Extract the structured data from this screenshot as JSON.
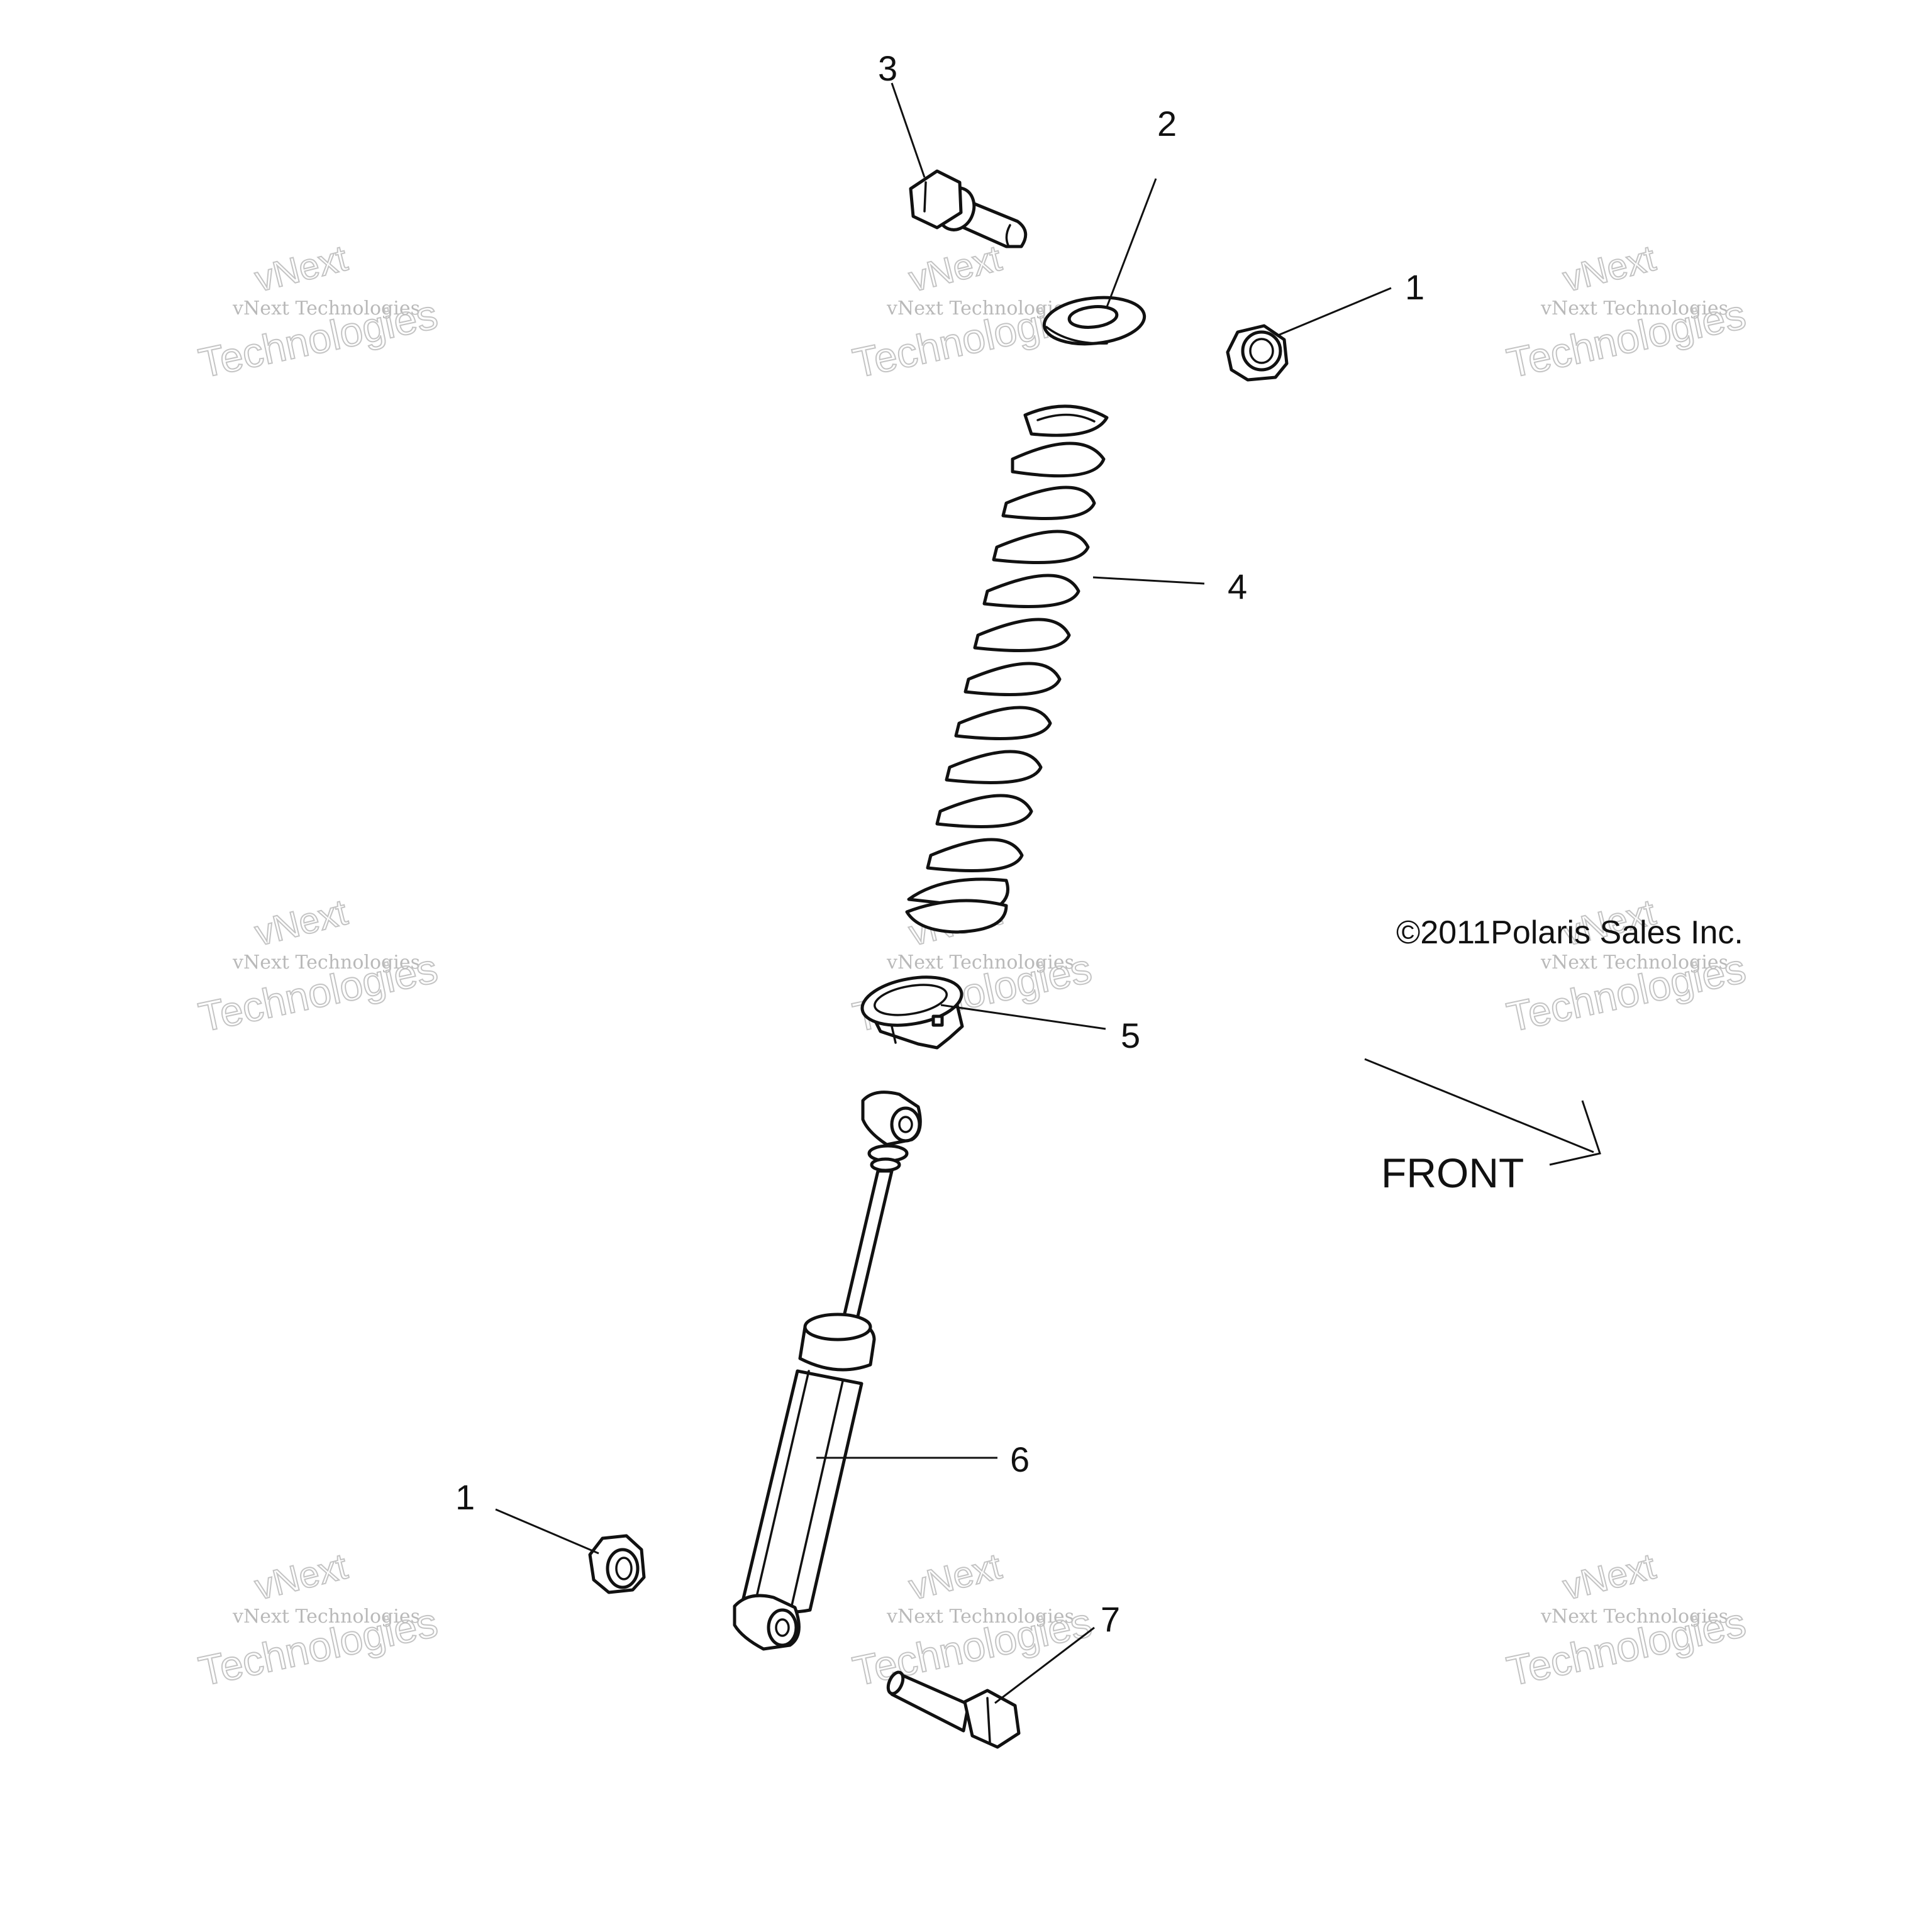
{
  "callouts": {
    "c1a": "1",
    "c1b": "1",
    "c2": "2",
    "c3": "3",
    "c4": "4",
    "c5": "5",
    "c6": "6",
    "c7": "7"
  },
  "copyright": "©2011Polaris Sales Inc.",
  "front_label": "FRONT",
  "watermark": {
    "line1": "vNext",
    "line2": "vNext Technologies",
    "line3": "Technologies"
  },
  "colors": {
    "ink": "#111111",
    "watermark": "#b9b9b9",
    "background": "#ffffff"
  }
}
